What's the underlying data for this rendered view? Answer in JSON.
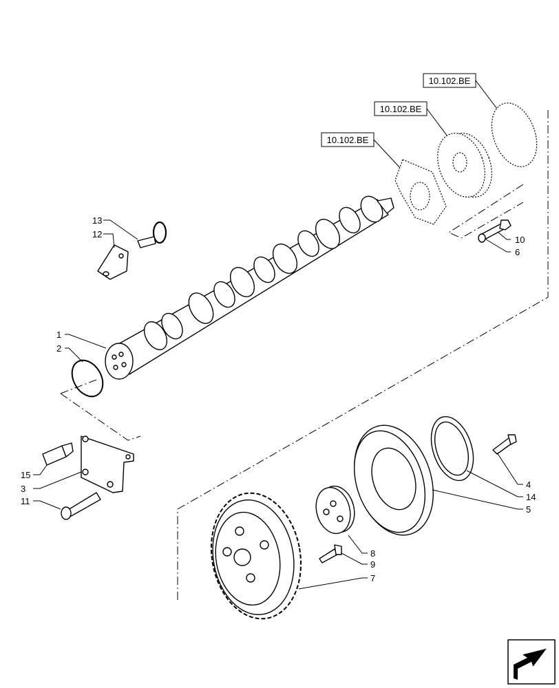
{
  "references": [
    "10.102.BE",
    "10.102.BE",
    "10.102.BE"
  ],
  "callouts": {
    "p1": "1",
    "p2": "2",
    "p3": "3",
    "p4": "4",
    "p5": "5",
    "p6": "6",
    "p7": "7",
    "p8": "8",
    "p9": "9",
    "p10": "10",
    "p11": "11",
    "p12": "12",
    "p13": "13",
    "p14": "14",
    "p15": "15"
  },
  "icons": {
    "nav": "arrow-icon"
  }
}
